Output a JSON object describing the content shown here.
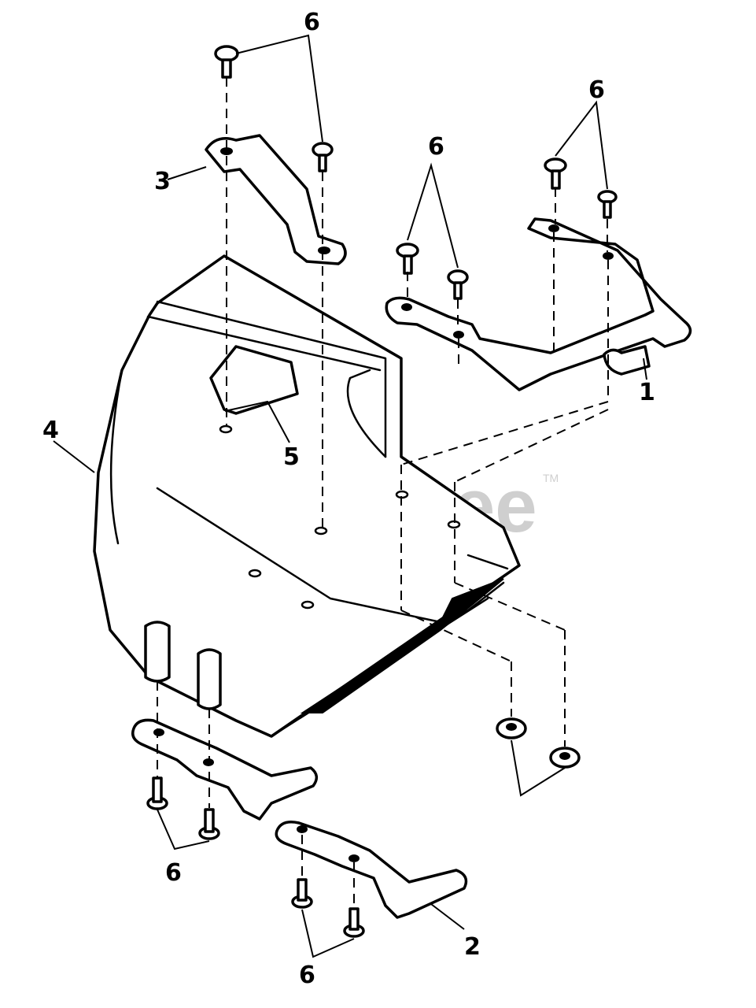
{
  "watermark": {
    "text": "PartsTree",
    "trademark": "TM"
  },
  "callouts": {
    "c1": "1",
    "c2": "2",
    "c3": "3",
    "c4": "4",
    "c5": "5",
    "c6": "6"
  }
}
